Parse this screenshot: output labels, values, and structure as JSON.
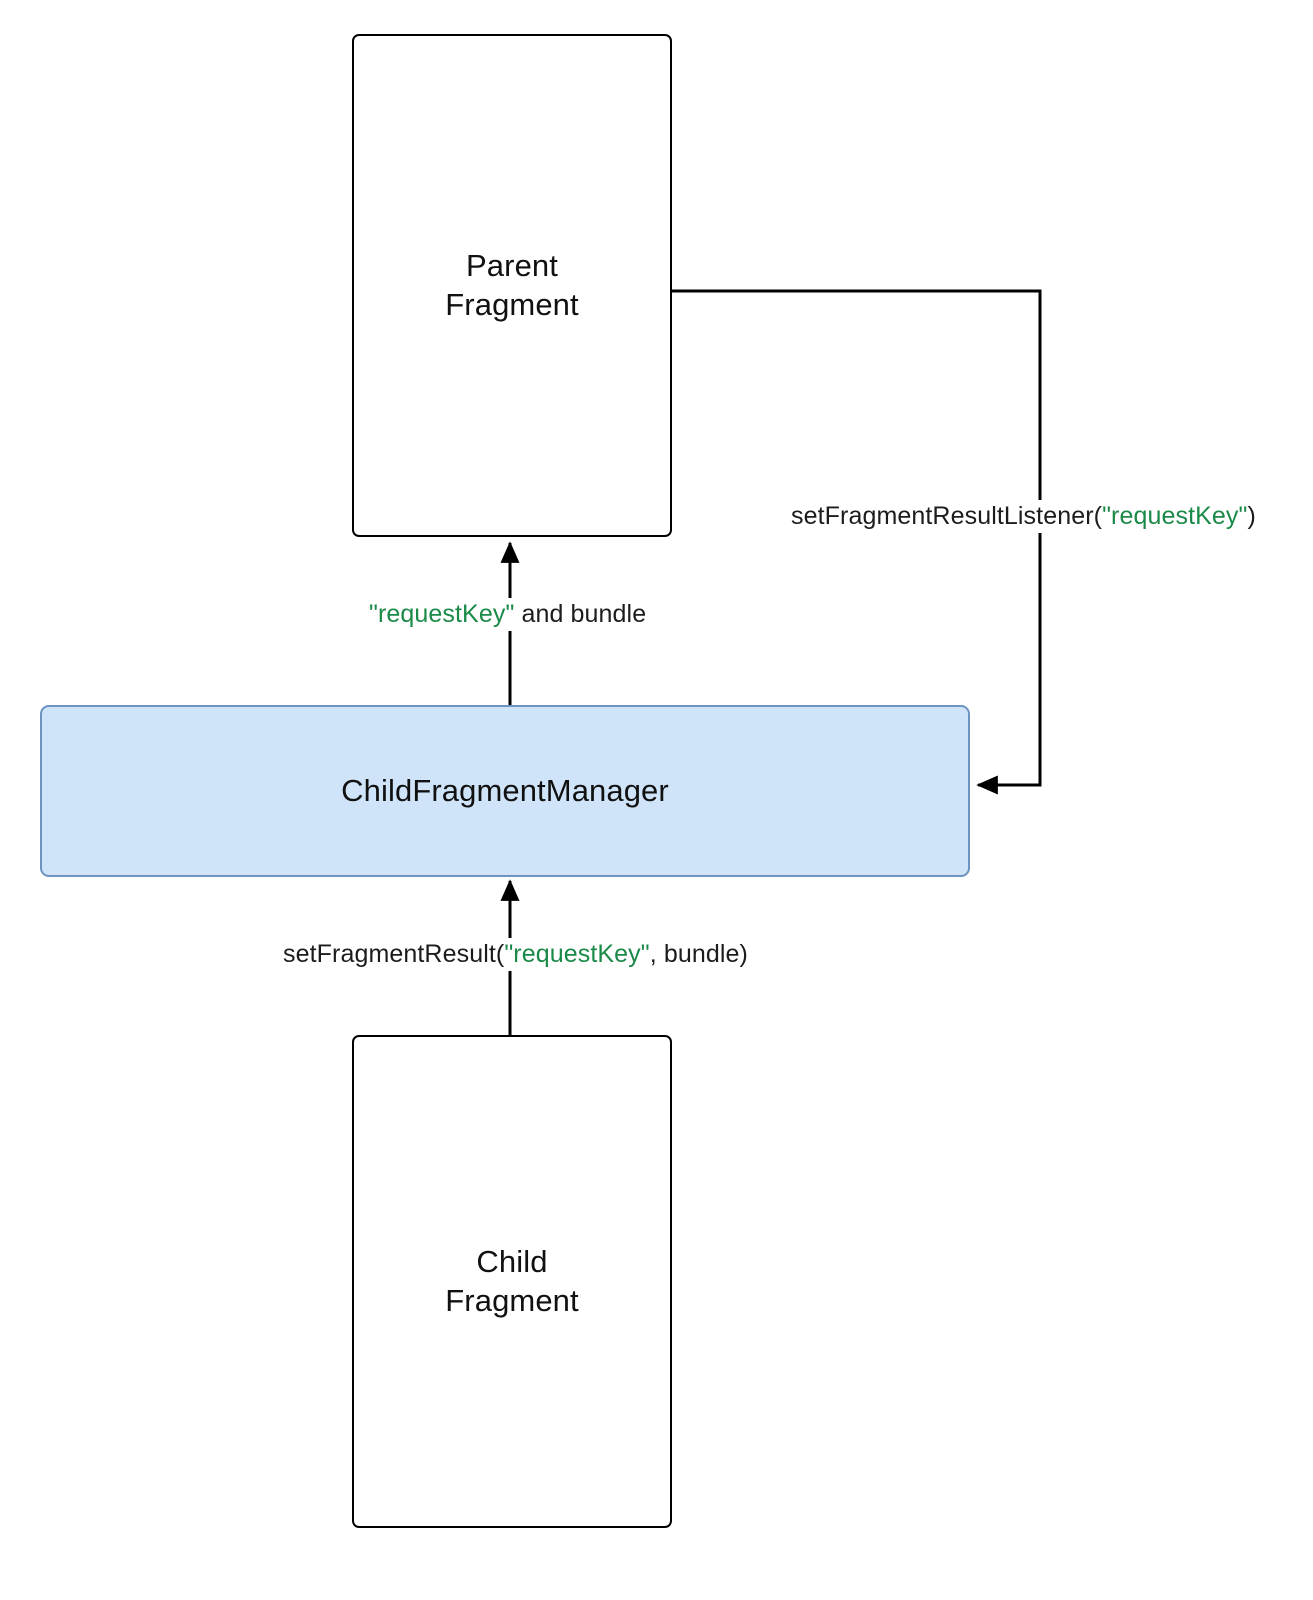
{
  "diagram": {
    "title": "Fragment Result API flow",
    "background": "#ffffff",
    "accent_key_color": "#1b8a48",
    "highlight_fill": "#cfe4f8",
    "highlight_stroke": "#6c93c2",
    "stroke_color": "#000000"
  },
  "nodes": [
    {
      "id": "parent-fragment",
      "label": "Parent\nFragment",
      "style": "plain"
    },
    {
      "id": "child-fragment-manager",
      "label": "ChildFragmentManager",
      "style": "highlight"
    },
    {
      "id": "child-fragment",
      "label": "Child\nFragment",
      "style": "plain"
    }
  ],
  "edges": [
    {
      "id": "listener-edge",
      "from": "parent-fragment",
      "to": "child-fragment-manager",
      "label_parts": [
        {
          "text": "setFragmentResultListener(",
          "kind": "plain"
        },
        {
          "text": "\"requestKey\"",
          "kind": "key"
        },
        {
          "text": ")",
          "kind": "plain"
        }
      ],
      "label_plain": "setFragmentResultListener(\"requestKey\")"
    },
    {
      "id": "result-delivery-edge",
      "from": "child-fragment-manager",
      "to": "parent-fragment",
      "label_parts": [
        {
          "text": "\"requestKey\"",
          "kind": "key"
        },
        {
          "text": " and bundle",
          "kind": "plain"
        }
      ],
      "label_plain": "\"requestKey\" and bundle"
    },
    {
      "id": "set-result-edge",
      "from": "child-fragment",
      "to": "child-fragment-manager",
      "label_parts": [
        {
          "text": "setFragmentResult(",
          "kind": "plain"
        },
        {
          "text": "\"requestKey\"",
          "kind": "key"
        },
        {
          "text": ", bundle)",
          "kind": "plain"
        }
      ],
      "label_plain": "setFragmentResult(\"requestKey\", bundle)"
    }
  ]
}
